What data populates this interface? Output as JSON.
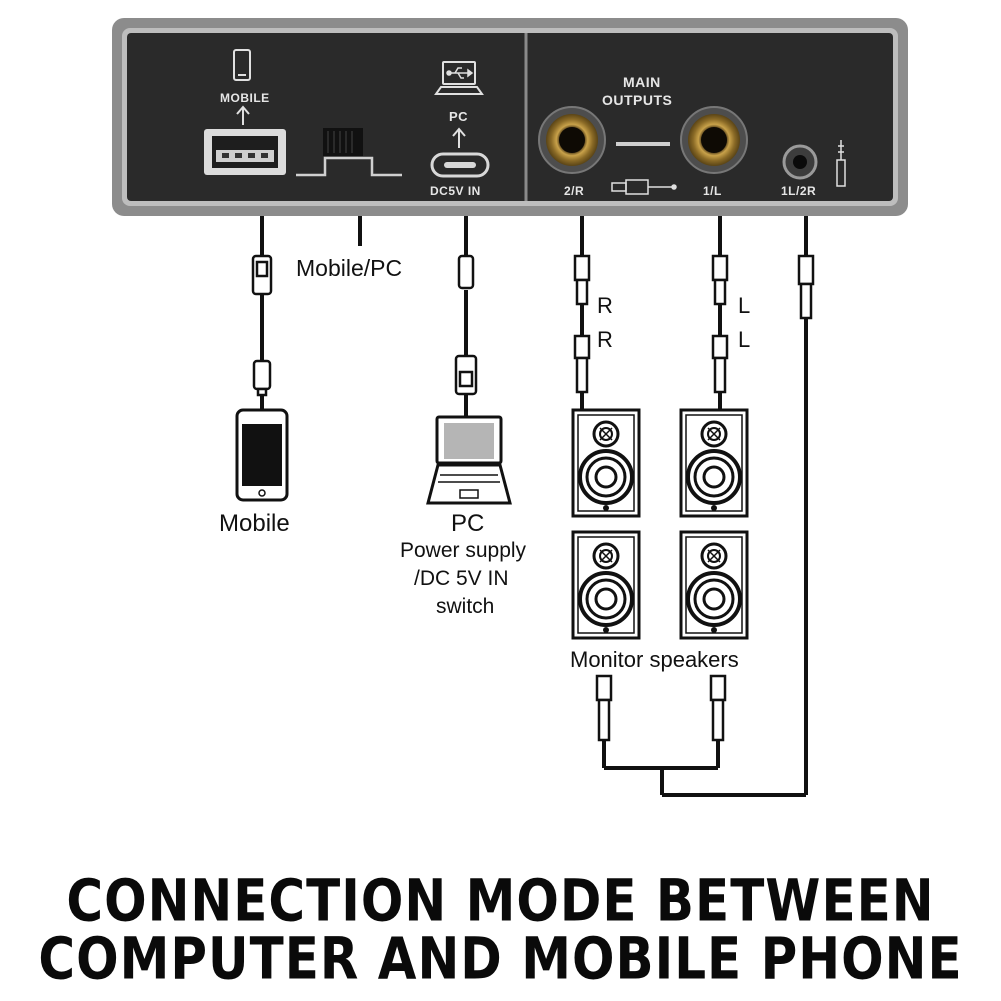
{
  "device": {
    "mobile_port_label": "MOBILE",
    "pc_port_label": "PC",
    "dc_in_label": "DC5V IN",
    "main_outputs_label_line1": "MAIN",
    "main_outputs_label_line2": "OUTPUTS",
    "output_right_label": "2/R",
    "output_left_label": "1/L",
    "headphone_label": "1L/2R",
    "body_color": "#2b2b2b",
    "frame_color": "#8a8a8a"
  },
  "labels": {
    "switch": "Mobile/PC",
    "right_top": "R",
    "right_bottom": "R",
    "left_top": "L",
    "left_bottom": "L",
    "mobile": "Mobile",
    "pc": "PC",
    "pc_note_line1": "Power supply",
    "pc_note_line2": "/DC 5V IN",
    "pc_note_line3": "switch",
    "monitor_speakers": "Monitor speakers"
  },
  "title": {
    "line1": "CONNECTION MODE BETWEEN",
    "line2": "COMPUTER AND MOBILE PHONE"
  }
}
